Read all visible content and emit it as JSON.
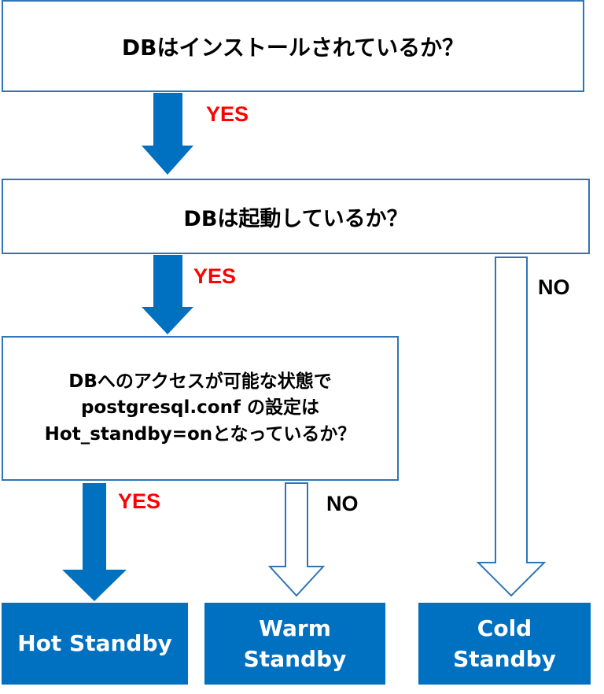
{
  "questions": {
    "q1": "DBはインストールされているか？",
    "q2": "DBは起動しているか？",
    "q3": {
      "line1": "DBへのアクセスが可能な状態で",
      "line2": "postgresql.conf の設定は",
      "line3": "Hot_standby=onとなっているか？"
    }
  },
  "labels": {
    "yes1": "YES",
    "yes2": "YES",
    "yes3": "YES",
    "no_right": "NO",
    "no_middle": "NO"
  },
  "outcomes": {
    "hot": [
      "Hot Standby"
    ],
    "warm": [
      "Warm",
      "Standby"
    ],
    "cold": [
      "Cold",
      "Standby"
    ]
  },
  "colors": {
    "box_border": "#2e75b6",
    "arrow_fill": "#0070c0",
    "outcome_fill": "#0070c0",
    "yes_text": "#ff0000",
    "outline_arrow": "#2e75b6"
  }
}
